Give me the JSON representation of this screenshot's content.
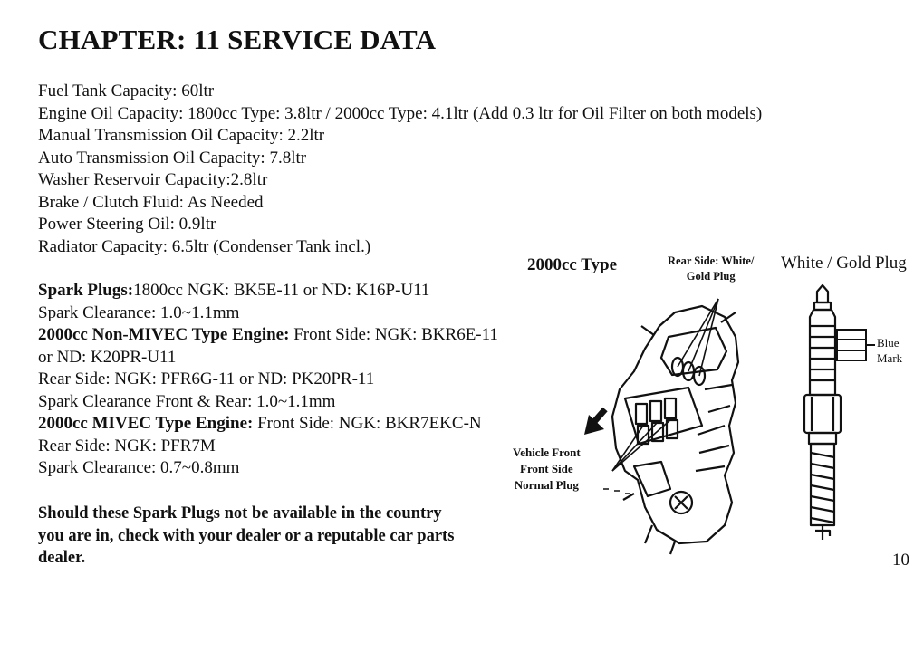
{
  "chapter_title": "CHAPTER: 11 SERVICE DATA",
  "capacities": [
    "Fuel Tank Capacity: 60ltr",
    "Engine Oil Capacity: 1800cc Type: 3.8ltr / 2000cc Type: 4.1ltr (Add 0.3 ltr for Oil Filter on both models)",
    "Manual Transmission Oil Capacity: 2.2ltr",
    "Auto Transmission Oil Capacity: 7.8ltr",
    "Washer Reservoir Capacity:2.8ltr",
    "Brake / Clutch Fluid: As Needed",
    "Power Steering Oil: 0.9ltr",
    "Radiator Capacity: 6.5ltr (Condenser Tank incl.)"
  ],
  "spark": {
    "plugs_label": "Spark Plugs:",
    "plugs_value": "1800cc NGK: BK5E-11 or ND: K16P-U11",
    "clearance_1": "Spark Clearance: 1.0~1.1mm",
    "non_mivec_label": "2000cc Non-MIVEC Type Engine:",
    "non_mivec_value": " Front Side: NGK: BKR6E-11",
    "non_mivec_cont": "or ND: K20PR-U11",
    "rear_side_1": "Rear Side: NGK: PFR6G-11 or ND: PK20PR-11",
    "clearance_2": "Spark Clearance Front & Rear: 1.0~1.1mm",
    "mivec_label": "2000cc MIVEC Type Engine:",
    "mivec_value": " Front Side: NGK: BKR7EKC-N",
    "rear_side_2": "Rear Side: NGK: PFR7M",
    "clearance_3": "Spark Clearance: 0.7~0.8mm"
  },
  "note": {
    "line1": "Should these Spark Plugs not be available in the country",
    "line2": "you are in, check with your dealer or a reputable car parts",
    "line3": "dealer."
  },
  "diagram": {
    "type_label": "2000cc Type",
    "rear_side_line1": "Rear Side: White/",
    "rear_side_line2": "Gold Plug",
    "plug_title": "White / Gold Plug",
    "blue_line1": "Blue",
    "blue_line2": "Mark",
    "vehicle_front": "Vehicle Front",
    "front_side": "Front Side",
    "normal_plug": "Normal Plug",
    "icons": [
      "engine-illustration",
      "spark-plug-illustration",
      "arrow-icon"
    ]
  },
  "page_number": "10"
}
